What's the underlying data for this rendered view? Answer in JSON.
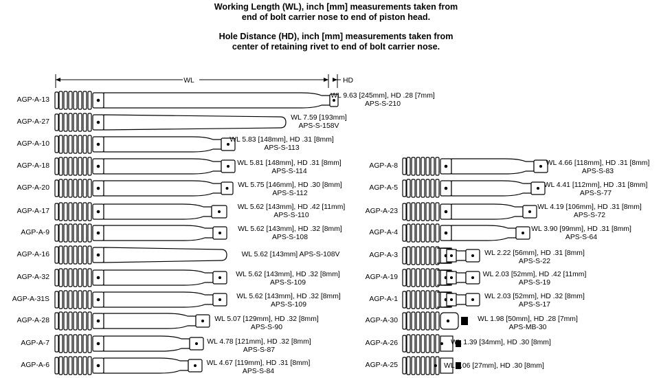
{
  "header": {
    "line1": "Working Length (WL), inch [mm] measurements taken from",
    "line2": "end of bolt carrier nose to end of piston head.",
    "line3": "Hole Distance (HD), inch [mm] measurements taken from",
    "line4": "center of retaining rivet to end of bolt carrier nose."
  },
  "dimensions": {
    "wl_label": "WL",
    "hd_label": "HD"
  },
  "left_column": [
    {
      "name": "AGP-A-13",
      "spec1": "WL 9.63 [245mm], HD .28 [7mm]",
      "spec2": "APS-S-210"
    },
    {
      "name": "AGP-A-27",
      "spec1": "WL 7.59 [193mm]",
      "spec2": "APS-S-158V"
    },
    {
      "name": "AGP-A-10",
      "spec1": "WL 5.83 [148mm], HD .31 [8mm]",
      "spec2": "APS-S-113"
    },
    {
      "name": "AGP-A-18",
      "spec1": "WL 5.81 [148mm], HD .31 [8mm]",
      "spec2": "APS-S-114"
    },
    {
      "name": "AGP-A-20",
      "spec1": "WL 5.75 [146mm], HD .30 [8mm]",
      "spec2": "APS-S-112"
    },
    {
      "name": "AGP-A-17",
      "spec1": "WL 5.62 [143mm], HD .42 [11mm]",
      "spec2": "APS-S-110"
    },
    {
      "name": "AGP-A-9",
      "spec1": "WL 5.62 [143mm], HD .32 [8mm]",
      "spec2": "APS-S-108"
    },
    {
      "name": "AGP-A-16",
      "spec1": "WL 5.62 [143mm] APS-S-108V",
      "spec2": ""
    },
    {
      "name": "AGP-A-32",
      "spec1": "WL 5.62 [143mm], HD .32 [8mm]",
      "spec2": "APS-S-109"
    },
    {
      "name": "AGP-A-31S",
      "spec1": "WL 5.62 [143mm], HD .32 [8mm]",
      "spec2": "APS-S-109"
    },
    {
      "name": "AGP-A-28",
      "spec1": "WL 5.07 [129mm], HD .32 [8mm]",
      "spec2": "APS-S-90"
    },
    {
      "name": "AGP-A-7",
      "spec1": "WL 4.78 [121mm], HD .32 [8mm]",
      "spec2": "APS-S-87"
    },
    {
      "name": "AGP-A-6",
      "spec1": "WL 4.67 [119mm], HD .31 [8mm]",
      "spec2": "APS-S-84"
    }
  ],
  "right_column": [
    {
      "name": "AGP-A-8",
      "spec1": "WL 4.66 [118mm], HD .31 [8mm]",
      "spec2": "APS-S-83"
    },
    {
      "name": "AGP-A-5",
      "spec1": "WL 4.41 [112mm], HD .31 [8mm]",
      "spec2": "APS-S-77"
    },
    {
      "name": "AGP-A-23",
      "spec1": "WL 4.19 [106mm], HD .31 [8mm]",
      "spec2": "APS-S-72"
    },
    {
      "name": "AGP-A-4",
      "spec1": "WL 3.90 [99mm], HD .31 [8mm]",
      "spec2": "APS-S-64"
    },
    {
      "name": "AGP-A-3",
      "spec1": "WL 2.22 [56mm], HD .31 [8mm]",
      "spec2": "APS-S-22"
    },
    {
      "name": "AGP-A-19",
      "spec1": "WL 2.03 [52mm], HD .42 [11mm]",
      "spec2": "APS-S-19"
    },
    {
      "name": "AGP-A-1",
      "spec1": "WL 2.03 [52mm], HD .32 [8mm]",
      "spec2": "APS-S-17"
    },
    {
      "name": "AGP-A-30",
      "spec1": "WL 1.98 [50mm], HD .28 [7mm]",
      "spec2": "APS-MB-30"
    },
    {
      "name": "AGP-A-26",
      "spec1": "WL 1.39 [34mm], HD .30 [8mm]",
      "spec2": ""
    },
    {
      "name": "AGP-A-25",
      "spec1": "WL 1.06 [27mm], HD .30 [8mm]",
      "spec2": ""
    }
  ]
}
